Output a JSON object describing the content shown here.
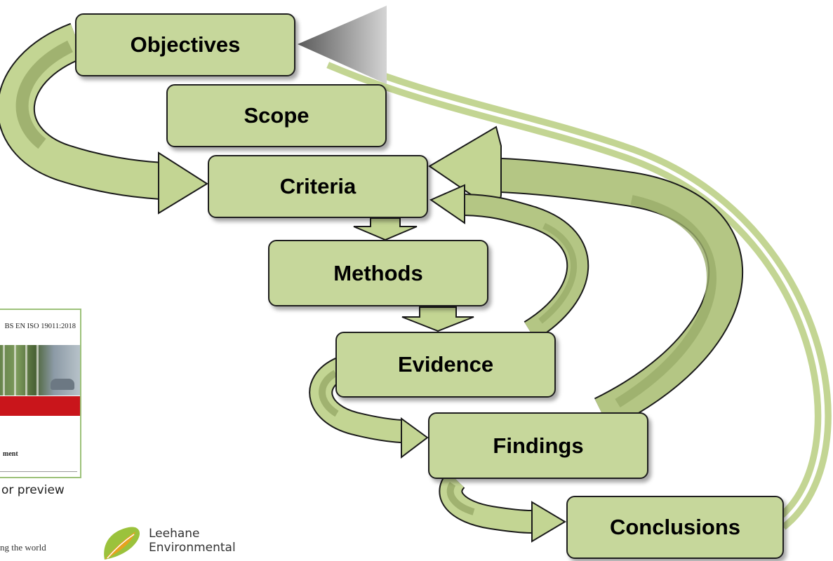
{
  "colors": {
    "box_fill": "#c6d79b",
    "box_border": "#1e1e1e",
    "arrow_light": "#c3d593",
    "arrow_dark": "#9aac6a",
    "arrow_outline": "#1a1a1a",
    "return_arrow_gray": "#707070",
    "document_accent_red": "#c9151b",
    "document_border": "#9dc27a"
  },
  "diagram": {
    "steps": [
      {
        "id": "objectives",
        "label": "Objectives"
      },
      {
        "id": "scope",
        "label": "Scope"
      },
      {
        "id": "criteria",
        "label": "Criteria"
      },
      {
        "id": "methods",
        "label": "Methods"
      },
      {
        "id": "evidence",
        "label": "Evidence"
      },
      {
        "id": "findings",
        "label": "Findings"
      },
      {
        "id": "conclusions",
        "label": "Conclusions"
      }
    ],
    "connections": [
      {
        "from": "objectives",
        "to": "criteria",
        "style": "curved-block-arrow"
      },
      {
        "from": "criteria",
        "to": "methods",
        "style": "down-arrow"
      },
      {
        "from": "methods",
        "to": "evidence",
        "style": "down-arrow"
      },
      {
        "from": "evidence",
        "to": "findings",
        "style": "curved-block-arrow"
      },
      {
        "from": "findings",
        "to": "conclusions",
        "style": "curved-block-arrow"
      },
      {
        "from": "evidence",
        "to": "criteria",
        "style": "curved-return-arrow"
      },
      {
        "from": "findings",
        "to": "criteria",
        "style": "curved-return-arrow"
      },
      {
        "from": "conclusions",
        "to": "objectives",
        "style": "long-return-arrow"
      }
    ]
  },
  "document": {
    "standard": "BS EN ISO 19011:2018",
    "partial_word": "ment",
    "caption": "or preview"
  },
  "footer": {
    "tagline": "ng the world",
    "logo_text_line1": "Leehane",
    "logo_text_line2": "Environmental",
    "logo_icon": "leaf-logo-icon"
  }
}
